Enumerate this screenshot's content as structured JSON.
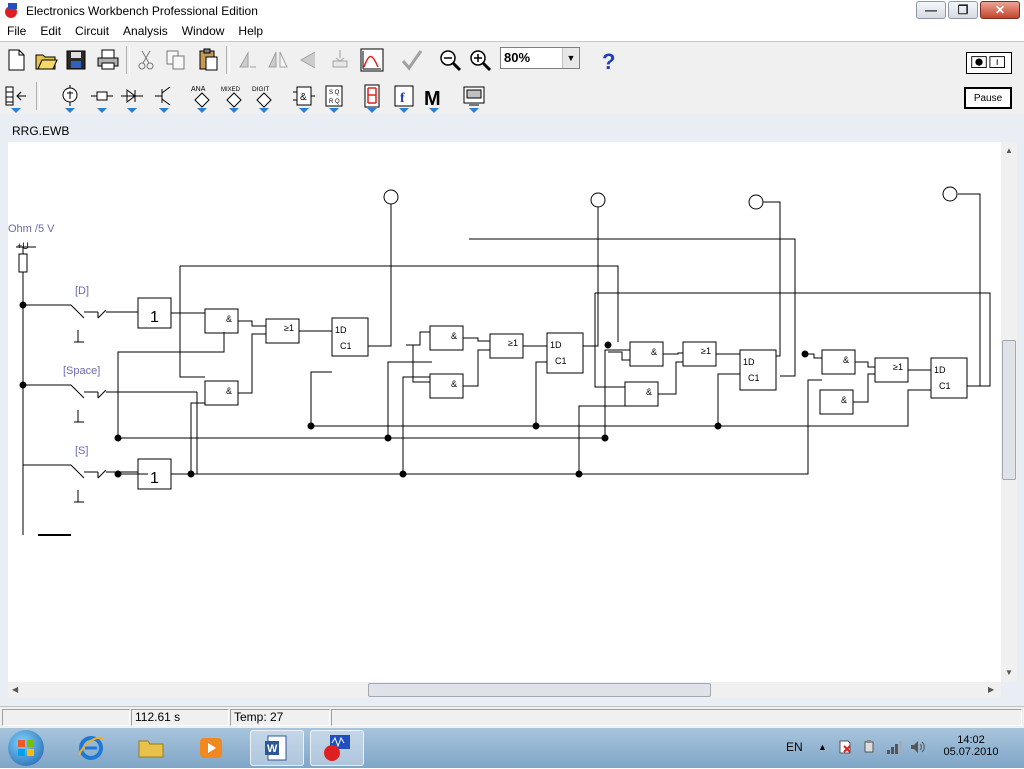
{
  "window": {
    "title": "Electronics Workbench Professional Edition"
  },
  "menu": {
    "items": [
      "File",
      "Edit",
      "Circuit",
      "Analysis",
      "Window",
      "Help"
    ]
  },
  "toolbar": {
    "zoom_value": "80%",
    "pause_label": "Pause",
    "part_bins": [
      "ANA",
      "MIXED",
      "DIGIT"
    ]
  },
  "document": {
    "title": "RRG.EWB"
  },
  "circuit": {
    "ohm_label": "Ohm /5 V",
    "vcc_label": "+U",
    "switch_labels": [
      "[D]",
      "[Space]",
      "[S]"
    ],
    "not_gate": "1",
    "and_gate": "&",
    "or_gate": "≥1",
    "dff_d": "1D",
    "dff_c": "C1"
  },
  "status": {
    "time": "112.61 s",
    "temp": "Temp:  27"
  },
  "taskbar": {
    "language": "EN",
    "time": "14:02",
    "date": "05.07.2010"
  }
}
